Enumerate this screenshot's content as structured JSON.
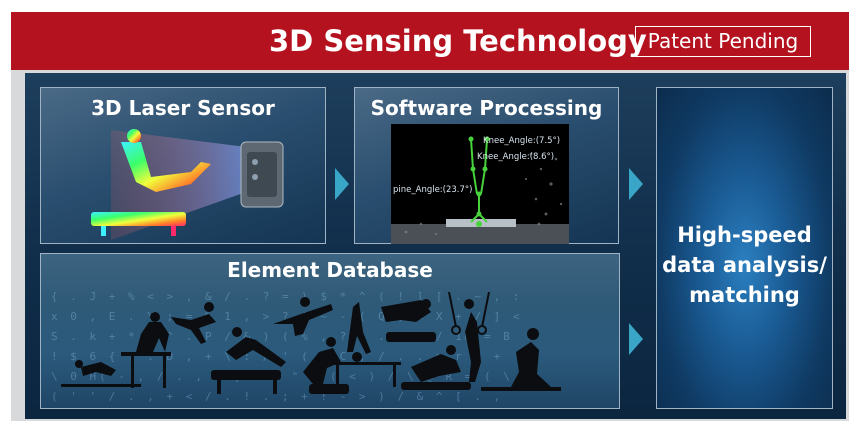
{
  "header": {
    "title": "3D Sensing Technology",
    "badge": "Patent Pending"
  },
  "sensor": {
    "title": "3D Laser Sensor"
  },
  "software": {
    "title": "Software Processing",
    "angles": [
      "Knee_Angle:(7.5°)",
      "Knee_Angle:(8.6°)",
      "pine_Angle:(23.7°)"
    ]
  },
  "database": {
    "title": "Element Database",
    "code_lines": [
      "{  .  J  +  %  <  >  ,  &  /  .  ?  =  )  $  *  ^  (  !  ]  [  .  ~  ,  :",
      "x  0  ,  E  .  Y  ;  =  %  1  ,  >  ?  !  ~  -  (  Q  ,  <  X  +  /  ]  <",
      "S  .  k  +  *  =  ^  .  P  /  &  )  (  %  ,  ?  \\  .  <  >  /  1M  =  B",
      "!  $  6  {  .  .  D  ,  +  \\  :  /  '  (  .  C  ,  /  .  .  x  r  <  +",
      "\\  0  H(  -  ,  /  .  ,  ^  ]  .  '  \"  ;  (  <  )  /  \\  @  R  =  (  \\",
      "(  '  '  /  .  ,  +  <  /  .  !  .  ;  +  !  -  >  )  /  &  ^  [  .  ,"
    ]
  },
  "result": {
    "lines": [
      "High-speed",
      "data analysis/",
      "matching"
    ]
  },
  "colors": {
    "header_red": "#b5121f",
    "panel_navy": "#0f2c48",
    "arrow_cyan": "#39a6c8",
    "skeleton_green": "#48d23c"
  }
}
